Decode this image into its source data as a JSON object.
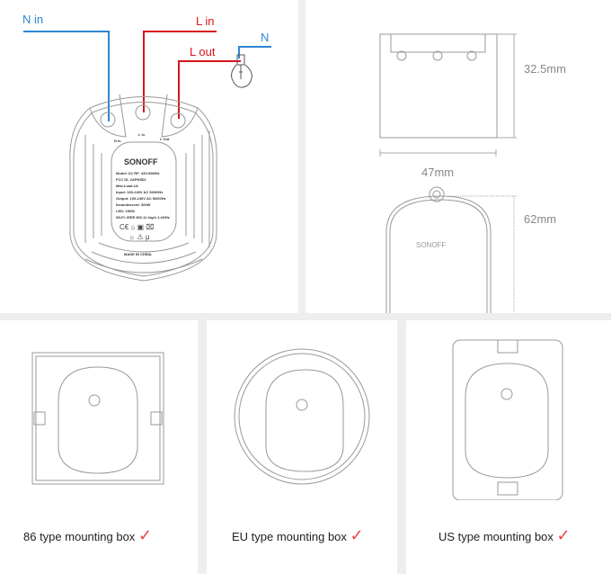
{
  "wiring": {
    "n_in": "N in",
    "l_in": "L in",
    "l_out": "L out",
    "n": "N",
    "colors": {
      "neutral": "#2f86d3",
      "live": "#d8141b"
    }
  },
  "device_label": {
    "terminals": [
      "N in",
      "L in",
      "L Out"
    ],
    "brand": "SONOFF",
    "specs": [
      "Model: D1     RF: 433.92MHz",
      "FCC ID: 2APN5D1",
      "Max.Load:1A",
      "Input: 100-240V AC 50/60Hz",
      "Output: 100-240V AC 50/60Hz",
      "Incandescent: 300W",
      "LED: 150W",
      "Wi-Fi: IEEE 802.11 b/g/n 2.4GHz"
    ],
    "footer": "MADE IN CHINA"
  },
  "dimensions": {
    "height": "32.5mm",
    "width": "47mm",
    "length": "62mm"
  },
  "mounting": [
    {
      "label": "86 type mounting box",
      "icon": "checkmark-icon"
    },
    {
      "label": "EU type mounting box",
      "icon": "checkmark-icon"
    },
    {
      "label": "US type mounting box",
      "icon": "checkmark-icon"
    }
  ],
  "accent": "#e8464b"
}
